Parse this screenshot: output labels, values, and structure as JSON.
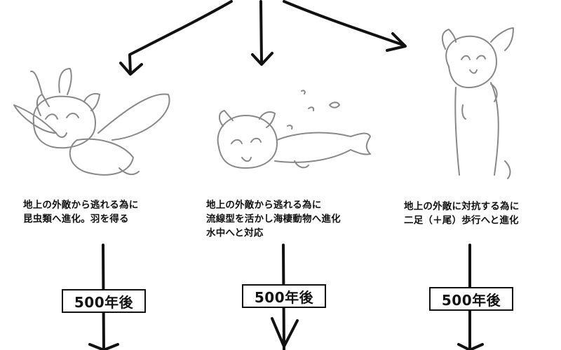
{
  "branches": [
    {
      "caption": "地上の外敵から逃れる為に\n昆虫類へ進化。羽を得る",
      "time_label": "500年後"
    },
    {
      "caption": "地上の外敵から逃れる為に\n流線型を活かし海棲動物へ進化\n水中へと対応",
      "time_label": "500年後"
    },
    {
      "caption": "地上の外敵に対抗する為に\n二足（＋尾）歩行へと進化",
      "time_label": "500年後"
    }
  ]
}
